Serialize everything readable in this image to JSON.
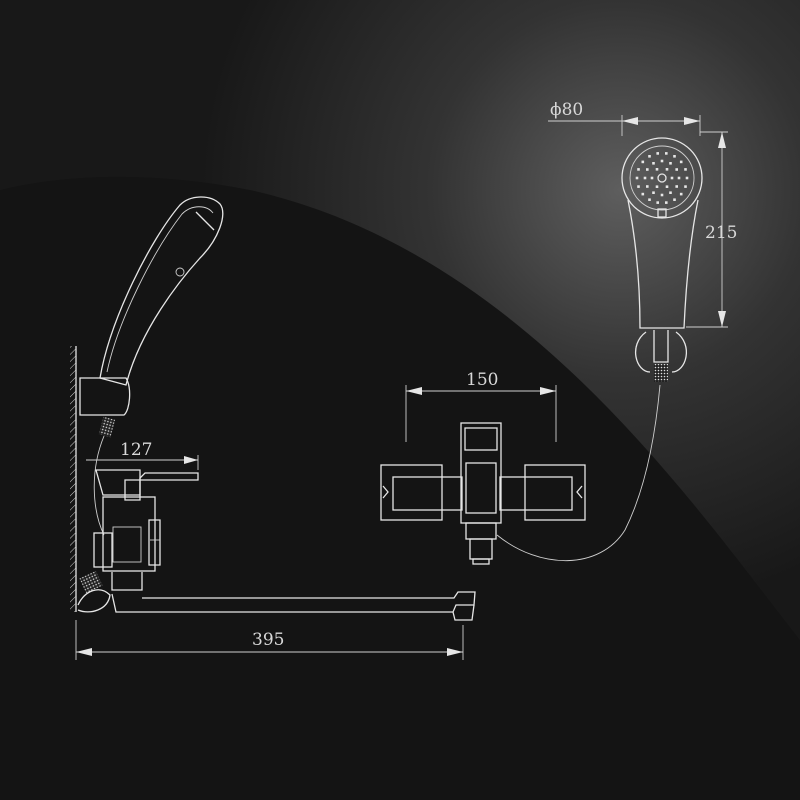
{
  "dimensions": {
    "shower_head_diameter": "ϕ80",
    "shower_head_length": "215",
    "spout_length": "395",
    "lever_length": "127",
    "wall_mount_spacing": "150"
  },
  "colors": {
    "background": "#141414",
    "highlight": "#5a5a5a",
    "line": "#e6e6e6"
  }
}
